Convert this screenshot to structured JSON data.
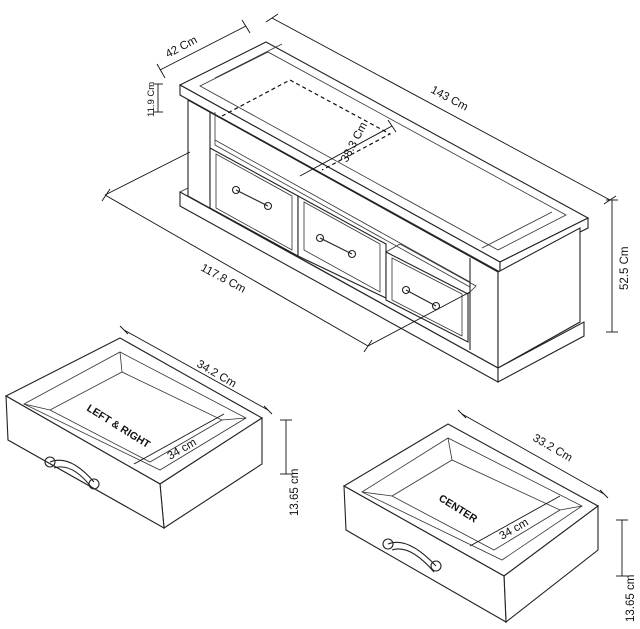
{
  "unit_tv": {
    "depth": "42 Cm",
    "width": "143 Cm",
    "top_height": "11.9 Cm",
    "drawer_width": "38.3 Cm",
    "inner_width": "117.8 Cm",
    "height": "52.5 Cm"
  },
  "drawer_side": {
    "name": "LEFT & RIGHT",
    "width": "34.2 Cm",
    "depth": "34 cm",
    "height": "13.65 cm"
  },
  "drawer_center": {
    "name": "CENTER",
    "width": "33.2 Cm",
    "depth": "34 cm",
    "height": "13.65 cm"
  }
}
